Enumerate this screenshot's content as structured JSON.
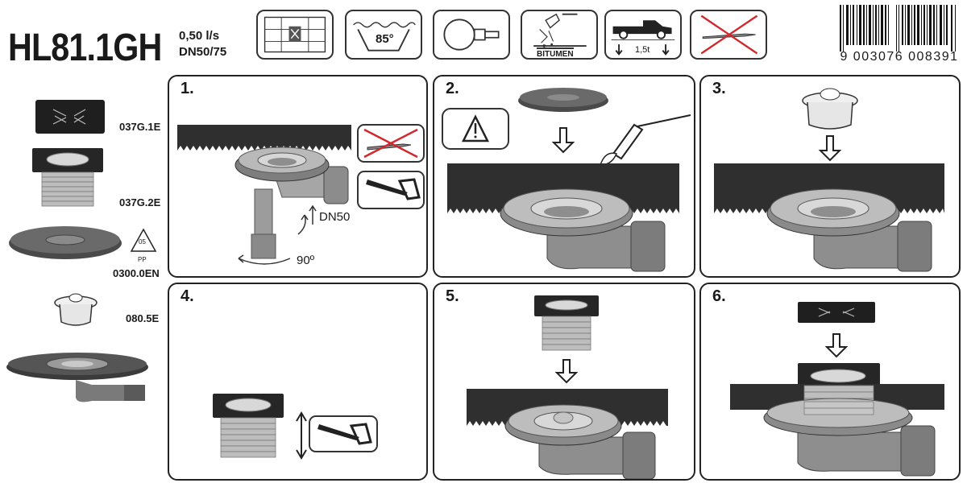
{
  "header": {
    "model": "HL81.1GH",
    "flow_rate": "0,50 l/s",
    "pipe_size": "DN50/75",
    "feature_icons": [
      {
        "name": "tile-grid-icon"
      },
      {
        "name": "temperature-85-icon",
        "label": "85°"
      },
      {
        "name": "pipe-connection-icon"
      },
      {
        "name": "bitumen-icon",
        "label": "BITUMEN"
      },
      {
        "name": "load-truck-icon",
        "label": "1,5t"
      },
      {
        "name": "no-knife-icon"
      }
    ],
    "barcode_number": "9 003076 008391"
  },
  "parts": [
    {
      "code": "037G.1E",
      "name": "grate"
    },
    {
      "code": "037G.2E",
      "name": "extension-frame"
    },
    {
      "code": "0300.0EN",
      "name": "sealing-flange",
      "recycle_label": "05",
      "recycle_material": "PP"
    },
    {
      "code": "080.5E",
      "name": "odour-trap"
    },
    {
      "code": "",
      "name": "drain-body-with-flange"
    }
  ],
  "steps": [
    {
      "number": "1.",
      "outlet_label": "DN50",
      "angle_label": "90º"
    },
    {
      "number": "2."
    },
    {
      "number": "3."
    },
    {
      "number": "4."
    },
    {
      "number": "5."
    },
    {
      "number": "6."
    }
  ],
  "colors": {
    "dark_gray": "#3a3a3a",
    "metal": "#a8a8a8",
    "slab": "#2f2f2f",
    "red_cross": "#d0282c"
  }
}
